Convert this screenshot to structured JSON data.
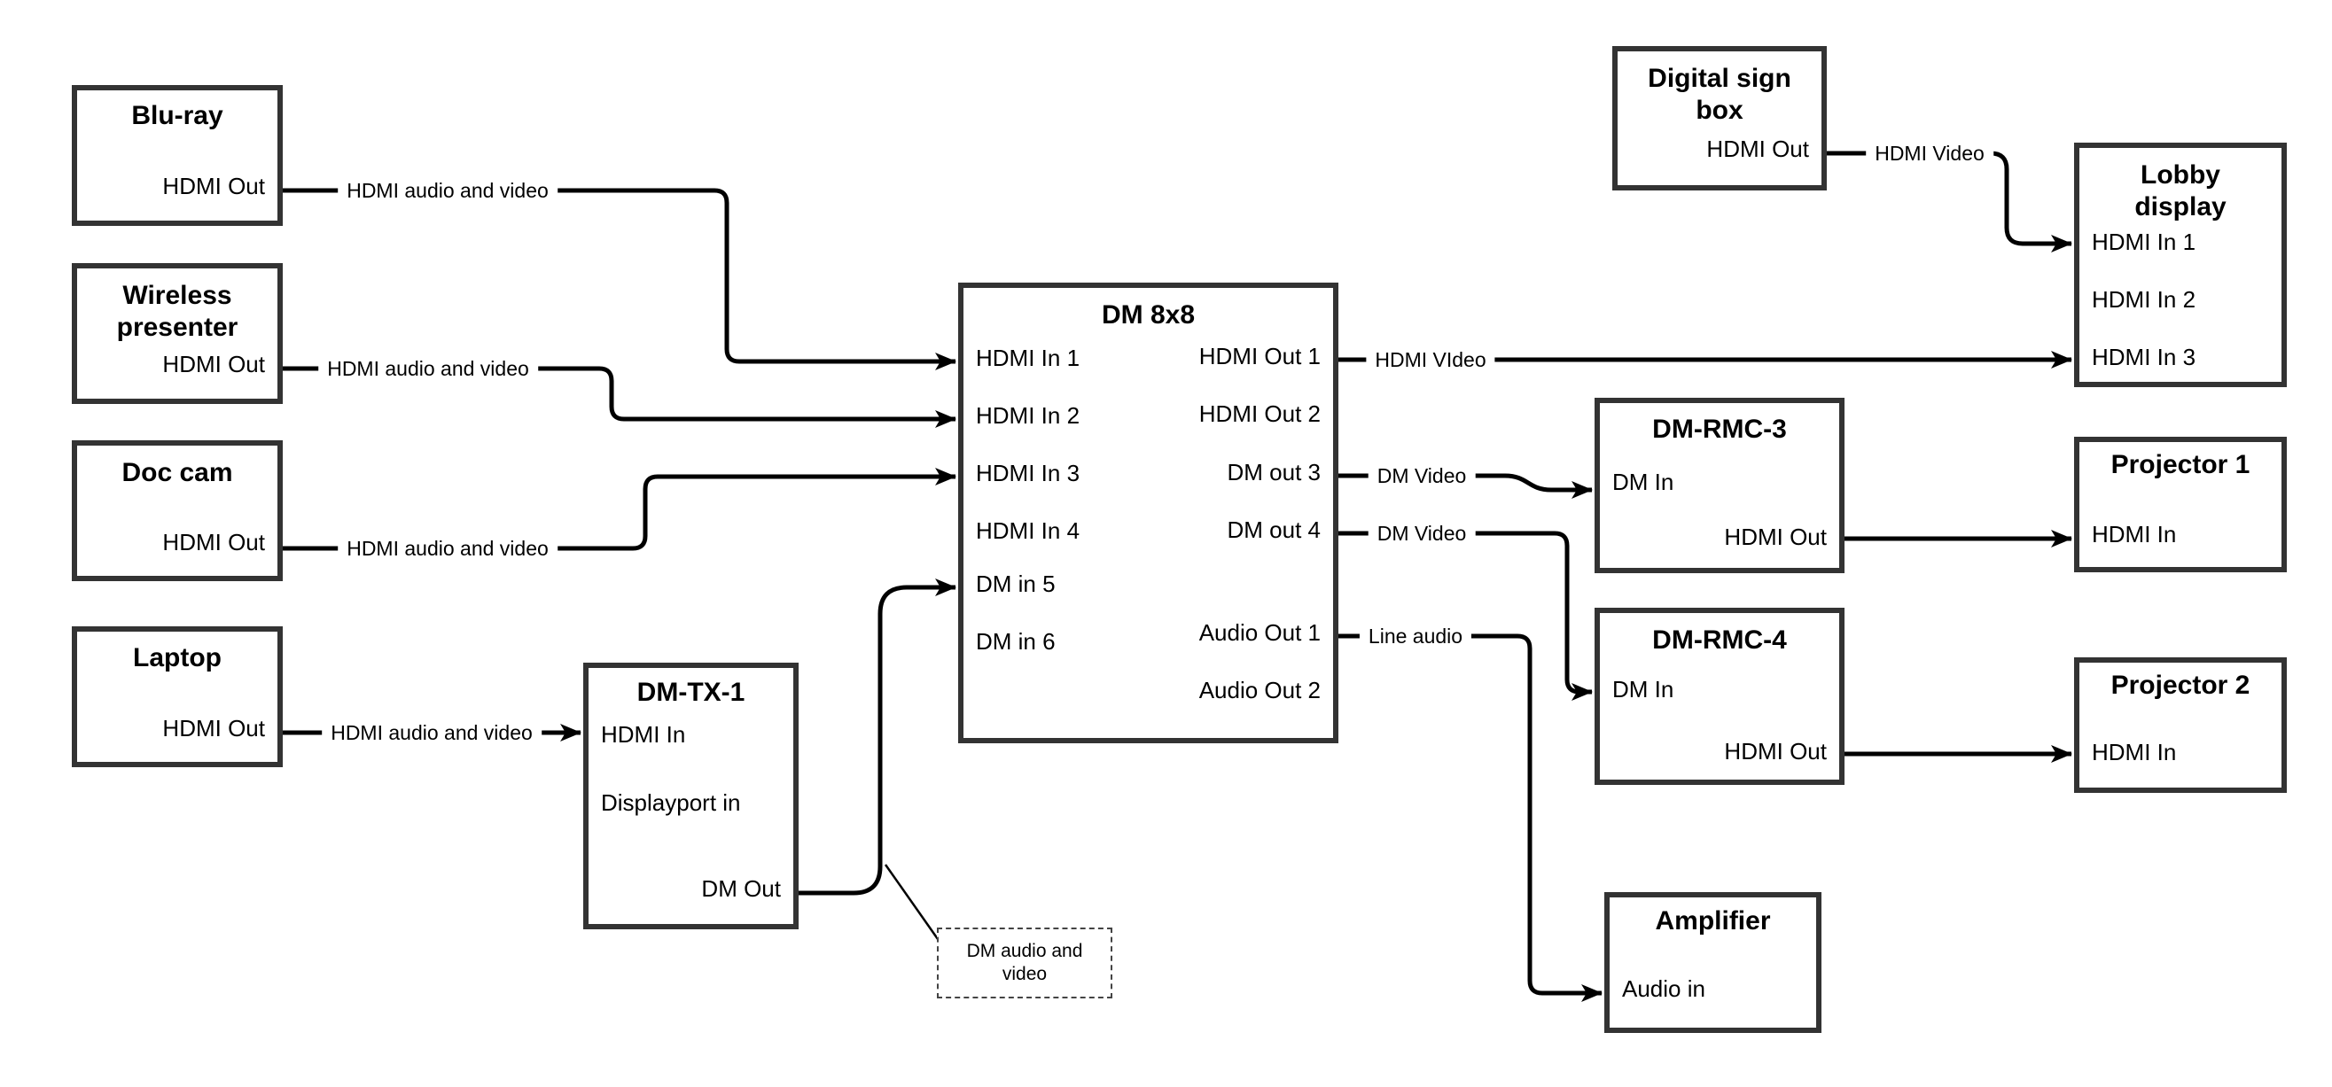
{
  "boxes": {
    "bluray": {
      "title": "Blu-ray",
      "ports": {
        "hdmi_out": "HDMI Out"
      }
    },
    "wireless": {
      "title_line1": "Wireless",
      "title_line2": "presenter",
      "ports": {
        "hdmi_out": "HDMI Out"
      }
    },
    "doccam": {
      "title": "Doc cam",
      "ports": {
        "hdmi_out": "HDMI Out"
      }
    },
    "laptop": {
      "title": "Laptop",
      "ports": {
        "hdmi_out": "HDMI Out"
      }
    },
    "dmtx1": {
      "title": "DM-TX-1",
      "ports": {
        "hdmi_in": "HDMI In",
        "displayport_in": "Displayport in",
        "dm_out": "DM Out"
      }
    },
    "dm8x8": {
      "title": "DM 8x8",
      "ports": {
        "hdmi_in_1": "HDMI In 1",
        "hdmi_in_2": "HDMI In 2",
        "hdmi_in_3": "HDMI In 3",
        "hdmi_in_4": "HDMI In 4",
        "dm_in_5": "DM in 5",
        "dm_in_6": "DM in 6",
        "hdmi_out_1": "HDMI Out 1",
        "hdmi_out_2": "HDMI Out 2",
        "dm_out_3": "DM out 3",
        "dm_out_4": "DM out 4",
        "audio_out_1": "Audio Out 1",
        "audio_out_2": "Audio Out 2"
      }
    },
    "signbox": {
      "title_line1": "Digital sign",
      "title_line2": "box",
      "ports": {
        "hdmi_out": "HDMI Out"
      }
    },
    "lobby": {
      "title_line1": "Lobby",
      "title_line2": "display",
      "ports": {
        "hdmi_in_1": "HDMI In 1",
        "hdmi_in_2": "HDMI In 2",
        "hdmi_in_3": "HDMI In 3"
      }
    },
    "rmc3": {
      "title": "DM-RMC-3",
      "ports": {
        "dm_in": "DM In",
        "hdmi_out": "HDMI Out"
      }
    },
    "projector1": {
      "title": "Projector 1",
      "ports": {
        "hdmi_in": "HDMI In"
      }
    },
    "rmc4": {
      "title": "DM-RMC-4",
      "ports": {
        "dm_in": "DM In",
        "hdmi_out": "HDMI Out"
      }
    },
    "projector2": {
      "title": "Projector 2",
      "ports": {
        "hdmi_in": "HDMI In"
      }
    },
    "amplifier": {
      "title": "Amplifier",
      "ports": {
        "audio_in": "Audio in"
      }
    }
  },
  "wire_labels": {
    "bluray_to_dm8x8": "HDMI audio and video",
    "wireless_to_dm8x8": "HDMI audio and video",
    "doccam_to_dm8x8": "HDMI audio and video",
    "laptop_to_dmtx1": "HDMI audio and video",
    "dm8x8_to_lobby": "HDMI VIdeo",
    "signbox_to_lobby": "HDMI Video",
    "dmout3_to_rmc3": "DM Video",
    "dmout4_to_rmc4": "DM Video",
    "audioout1_to_amp": "Line audio"
  },
  "note": {
    "line1": "DM audio and",
    "line2": "video"
  },
  "colors": {
    "background": "#ffffff",
    "box_border": "#333333",
    "wire": "#000000",
    "text": "#000000"
  }
}
